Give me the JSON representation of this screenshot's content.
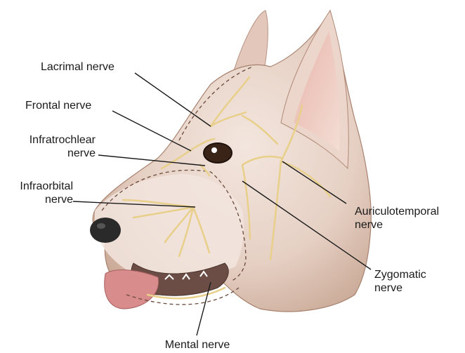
{
  "labels": {
    "lacrimal": "Lacrimal nerve",
    "frontal": "Frontal nerve",
    "infratrochlear_1": "Infratrochlear",
    "infratrochlear_2": "nerve",
    "infraorbital_1": "Infraorbital",
    "infraorbital_2": "nerve",
    "auriculotemporal_1": "Auriculotemporal",
    "auriculotemporal_2": "nerve",
    "zygomatic_1": "Zygomatic",
    "zygomatic_2": "nerve",
    "mental": "Mental nerve"
  },
  "colors": {
    "fur_light": "#f1e4dc",
    "fur_mid": "#dcc2b4",
    "fur_dark": "#b99582",
    "ear_inner": "#e7b8ae",
    "nerve": "#e8cf8a",
    "nose": "#2a2a2a",
    "tongue": "#d98c8c",
    "leader_line": "#1a1a1a"
  }
}
